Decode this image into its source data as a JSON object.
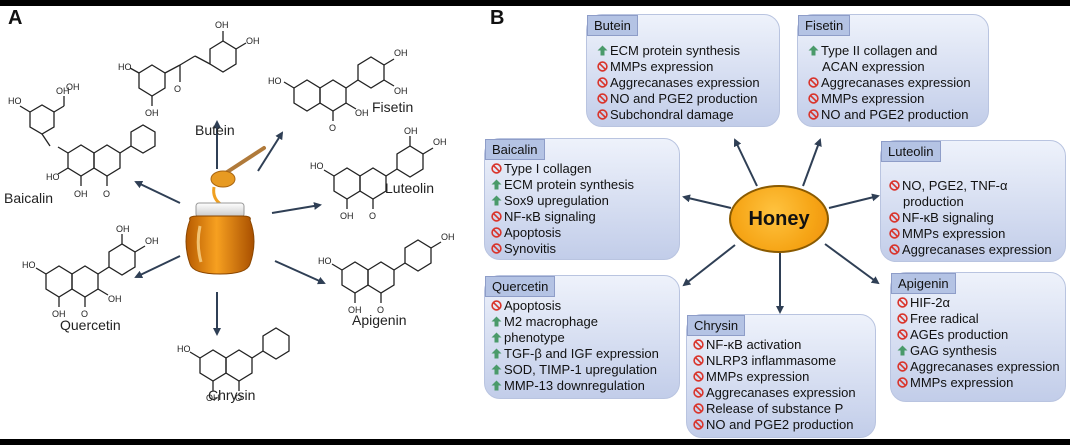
{
  "panels": {
    "a": "A",
    "b": "B"
  },
  "panel_a": {
    "labels": {
      "butein": "Butein",
      "fisetin": "Fisetin",
      "baicalin": "Baicalin",
      "luteolin": "Luteolin",
      "quercetin": "Quercetin",
      "apigenin": "Apigenin",
      "chrysin": "Chrysin"
    }
  },
  "center": {
    "label": "Honey"
  },
  "boxes": {
    "butein": {
      "title": "Butein",
      "items": [
        {
          "mark": "up",
          "text": "ECM protein synthesis"
        },
        {
          "mark": "no",
          "text": "MMPs expression"
        },
        {
          "mark": "no",
          "text": "Aggrecanases expression"
        },
        {
          "mark": "no",
          "text": "NO and PGE2 production"
        },
        {
          "mark": "no",
          "text": "Subchondral damage"
        }
      ]
    },
    "fisetin": {
      "title": "Fisetin",
      "items": [
        {
          "mark": "up",
          "text": "Type II collagen and"
        },
        {
          "mark": "",
          "text": "ACAN expression"
        },
        {
          "mark": "no",
          "text": "Aggrecanases expression"
        },
        {
          "mark": "no",
          "text": "MMPs expression"
        },
        {
          "mark": "no",
          "text": "NO and PGE2 production"
        }
      ]
    },
    "baicalin": {
      "title": "Baicalin",
      "items": [
        {
          "mark": "no",
          "text": "Type I collagen"
        },
        {
          "mark": "up",
          "text": "ECM protein synthesis"
        },
        {
          "mark": "up",
          "text": "Sox9 upregulation"
        },
        {
          "mark": "no",
          "text": "NF-κB signaling"
        },
        {
          "mark": "no",
          "text": "Apoptosis"
        },
        {
          "mark": "no",
          "text": "Synovitis"
        }
      ]
    },
    "luteolin": {
      "title": "Luteolin",
      "items": [
        {
          "mark": "no",
          "text": "NO, PGE2, TNF-α"
        },
        {
          "mark": "",
          "text": "production"
        },
        {
          "mark": "no",
          "text": "NF-κB signaling"
        },
        {
          "mark": "no",
          "text": "MMPs expression"
        },
        {
          "mark": "no",
          "text": "Aggrecanases expression"
        }
      ]
    },
    "quercetin": {
      "title": "Quercetin",
      "items": [
        {
          "mark": "no",
          "text": "Apoptosis"
        },
        {
          "mark": "up",
          "text": "M2 macrophage"
        },
        {
          "mark": "up",
          "text": "phenotype"
        },
        {
          "mark": "up",
          "text": "TGF-β and IGF expression"
        },
        {
          "mark": "up",
          "text": "SOD, TIMP-1 upregulation"
        },
        {
          "mark": "up",
          "text": "MMP-13 downregulation"
        }
      ]
    },
    "chrysin": {
      "title": "Chrysin",
      "items": [
        {
          "mark": "no",
          "text": "NF-κB activation"
        },
        {
          "mark": "no",
          "text": "NLRP3 inflammasome"
        },
        {
          "mark": "no",
          "text": "MMPs expression"
        },
        {
          "mark": "no",
          "text": "Aggrecanases expression"
        },
        {
          "mark": "no",
          "text": "Release of substance P"
        },
        {
          "mark": "no",
          "text": "NO and PGE2 production"
        }
      ]
    },
    "apigenin": {
      "title": "Apigenin",
      "items": [
        {
          "mark": "no",
          "text": "HIF-2α"
        },
        {
          "mark": "no",
          "text": "Free radical"
        },
        {
          "mark": "no",
          "text": "AGEs production"
        },
        {
          "mark": "up",
          "text": "GAG synthesis"
        },
        {
          "mark": "no",
          "text": "Aggrecanases expression"
        },
        {
          "mark": "no",
          "text": "MMPs expression"
        }
      ]
    }
  },
  "atoms": {
    "hydroxyl": "OH",
    "hydroxyl_left": "HO",
    "oxygen": "O"
  }
}
